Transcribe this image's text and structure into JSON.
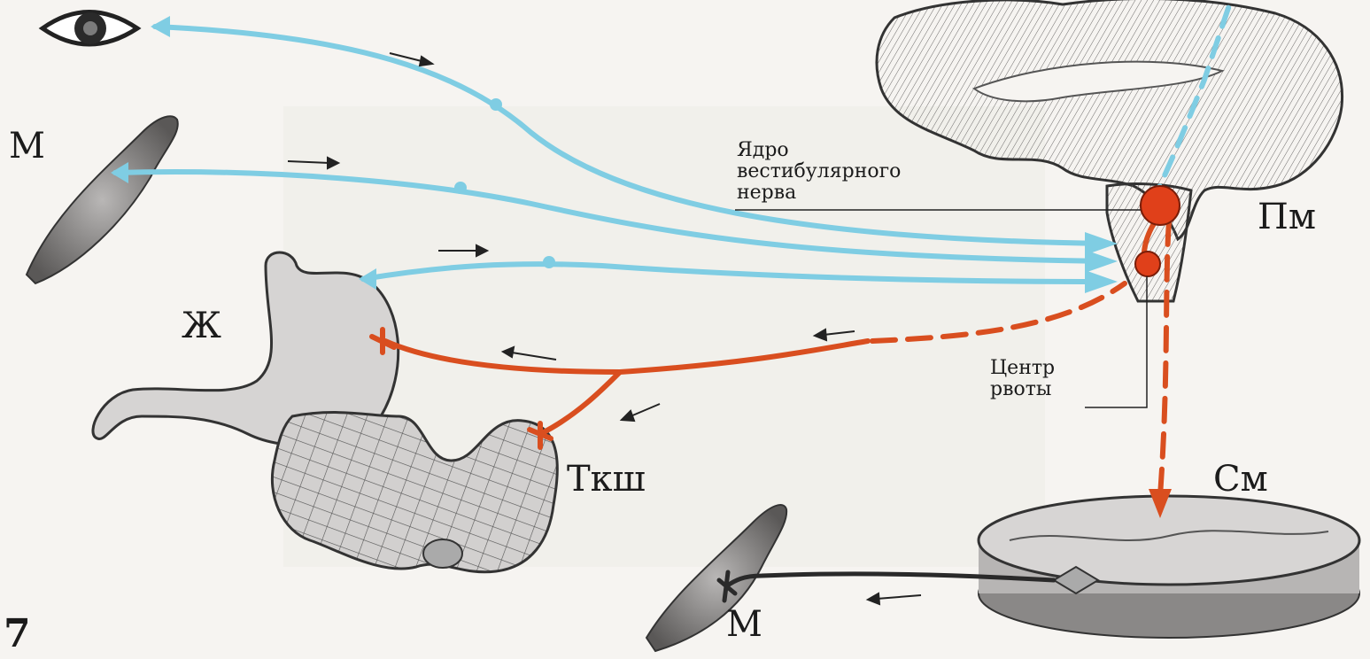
{
  "labels": {
    "muscle_top": "М",
    "stomach": "Ж",
    "intestine": "Ткш",
    "medulla": "Пм",
    "spinal_cord": "См",
    "muscle_bottom": "М",
    "figure_number": "7",
    "vestibular_nucleus": [
      "Ядро",
      "вестибулярного",
      "нерва"
    ],
    "vomiting_center": [
      "Центр",
      "рвоты"
    ]
  },
  "colors": {
    "afferent": "#7fcde3",
    "efferent": "#d94e1f",
    "motor": "#2a2a2a",
    "organ_fill": "#c9c7c6",
    "organ_stroke": "#3a3a3a",
    "nucleus": "#e0401a"
  }
}
